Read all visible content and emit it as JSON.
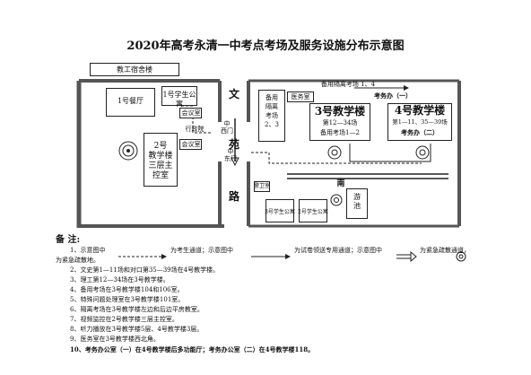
{
  "title": "2020年高考永清一中考点考场及服务设施分布示意图",
  "buildings": {
    "dorm": "教工宿舍楼",
    "canteen": "1号餐厅",
    "apt1": "1号学生公寓",
    "meeting1": "会议室",
    "admin": "行政院",
    "meeting2": "会议室",
    "bldg2": "2号\n教学楼\n三层主\n控室",
    "west_gate": "中\n西门",
    "east_gate": "中\n东门",
    "road_wen": "文",
    "road_yuan": "苑",
    "road_lu": "路",
    "road_nan": "南",
    "backup_left": "备用\n隔离\n考场\n2、3",
    "clinic": "医务室",
    "backup_top": "备用隔离考场 1、4",
    "office1": "考务办（一）",
    "bldg3_title": "3号教学楼",
    "bldg3_sub1": "第12—34场",
    "bldg3_sub2": "备用考场1—2",
    "bldg4_title": "4号教学楼",
    "bldg4_sub": "第1—11、35—39场",
    "office2": "考务办（二）",
    "guard": "警卫室",
    "apt3": "3号学生公寓",
    "apt2": "2号学生公寓",
    "pool": "游\n池"
  },
  "notes": {
    "heading": "备 注:",
    "n1a": "1、示意图中",
    "n1b": "为考生通道；示意图中",
    "n1c": "为试卷领送专用通道；示意图中",
    "n1d": "为紧急疏散通道，",
    "n1e": "为紧急疏散地。",
    "n2": "2、文史第1—11场和对口第35—39场在4号教学楼。",
    "n3": "3、理工第12—34场在3号教学楼。",
    "n4": "4、备用考场在3号教学楼104和106室。",
    "n5": "5、特殊问题处理室在3号教学楼101室。",
    "n6": "6、隔离考场在3号教学楼左边和后边平房教室。",
    "n7": "7、视频监控在2号教学楼三层主控室。",
    "n8": "8、听力播放在3号教学楼5层、4号教学楼3层。",
    "n9": "9、医务室在3号教学楼西北角。",
    "n10": "10、考务办公室（一）在4号教学楼后多功能厅；考务办公室（二）在4号教学楼118。"
  }
}
